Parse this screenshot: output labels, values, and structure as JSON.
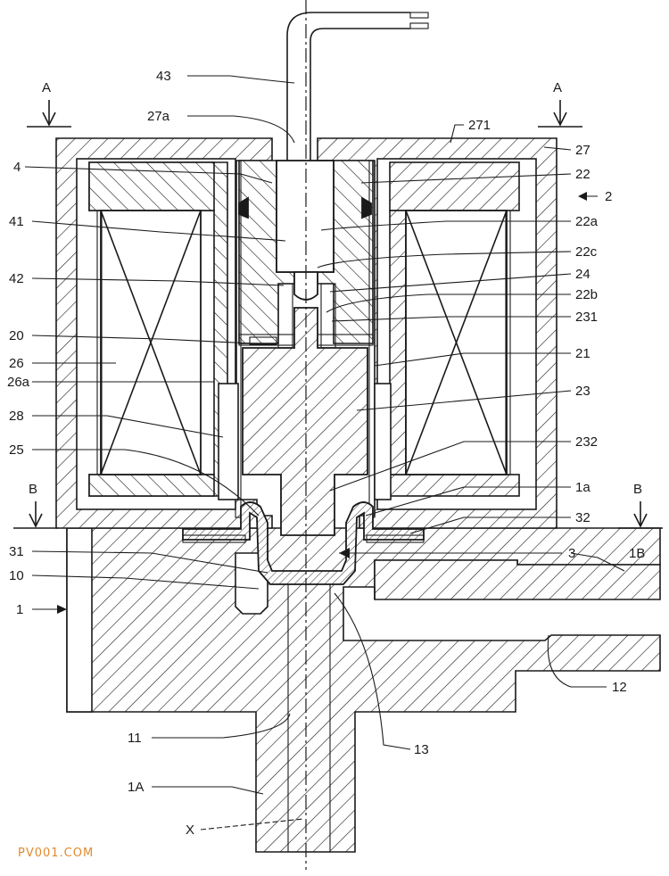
{
  "labels": {
    "l43": "43",
    "l27a": "27a",
    "lA_left": "A",
    "lA_right": "A",
    "l271": "271",
    "l27": "27",
    "l4": "4",
    "l22": "22",
    "l2": "2",
    "l41": "41",
    "l22a": "22a",
    "l22c": "22c",
    "l42": "42",
    "l24": "24",
    "l22b": "22b",
    "l231": "231",
    "l20": "20",
    "l26": "26",
    "l26a": "26a",
    "l21": "21",
    "l28": "28",
    "l23": "23",
    "l25": "25",
    "l232": "232",
    "lB_left": "B",
    "lB_right": "B",
    "l1a": "1a",
    "l32": "32",
    "l31": "31",
    "l3": "3",
    "l1B": "1B",
    "l10": "10",
    "l1": "1",
    "l12": "12",
    "l11": "11",
    "l13": "13",
    "l1A": "1A",
    "lX": "X"
  },
  "watermark": "PV001.COM",
  "colors": {
    "line": "#1a1a1a",
    "watermark": "#e08a2e"
  }
}
